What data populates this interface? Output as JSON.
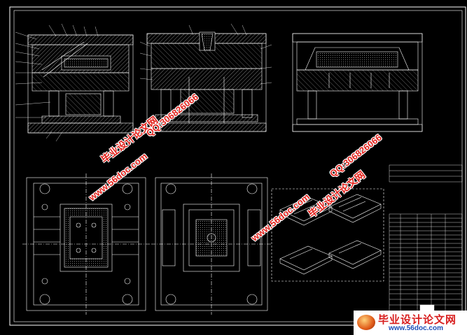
{
  "watermarks": {
    "url_text": "www.56doc.com",
    "cn_text": "毕业设计论文网",
    "qq_text": "QQ:306826066"
  },
  "logo": {
    "cn_text": "毕业设计论文网",
    "url_text": "www.56doc.com"
  },
  "colors": {
    "background": "#000000",
    "linework": "#ffffff",
    "watermark_red": "#e3231d",
    "logo_blue": "#1e4fb8"
  }
}
